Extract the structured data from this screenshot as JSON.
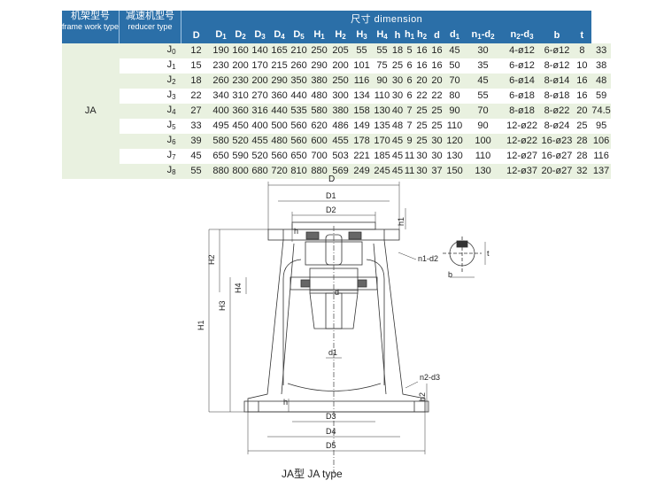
{
  "header": {
    "frame_cn": "机架型号",
    "frame_en": "frame work type",
    "reducer_cn": "减速机型号",
    "reducer_en": "reducer type",
    "dimension_label": "尺寸    dimension"
  },
  "columns": [
    {
      "base": "D",
      "sub": ""
    },
    {
      "base": "D",
      "sub": "1"
    },
    {
      "base": "D",
      "sub": "2"
    },
    {
      "base": "D",
      "sub": "3"
    },
    {
      "base": "D",
      "sub": "4"
    },
    {
      "base": "D",
      "sub": "5"
    },
    {
      "base": "H",
      "sub": "1"
    },
    {
      "base": "H",
      "sub": "2"
    },
    {
      "base": "H",
      "sub": "3"
    },
    {
      "base": "H",
      "sub": "4"
    },
    {
      "base": "h",
      "sub": ""
    },
    {
      "base": "h",
      "sub": "1"
    },
    {
      "base": "h",
      "sub": "2"
    },
    {
      "base": "d",
      "sub": ""
    },
    {
      "base": "d",
      "sub": "1"
    },
    {
      "base": "n",
      "sub": "1",
      "tail": "-d",
      "tail_sub": "2"
    },
    {
      "base": "n",
      "sub": "2",
      "tail": "-d",
      "tail_sub": "3"
    },
    {
      "base": "b",
      "sub": ""
    },
    {
      "base": "t",
      "sub": ""
    }
  ],
  "frame_type": "JA",
  "rows": [
    {
      "type": "J",
      "type_sub": "0",
      "reducer": "12",
      "values": [
        "190",
        "160",
        "140",
        "165",
        "210",
        "250",
        "205",
        "55",
        "55",
        "18",
        "5",
        "16",
        "16",
        "45",
        "30",
        "4-ø12",
        "6-ø12",
        "8",
        "33"
      ]
    },
    {
      "type": "J",
      "type_sub": "1",
      "reducer": "15",
      "values": [
        "230",
        "200",
        "170",
        "215",
        "260",
        "290",
        "200",
        "101",
        "75",
        "25",
        "6",
        "16",
        "16",
        "50",
        "35",
        "6-ø12",
        "8-ø12",
        "10",
        "38"
      ]
    },
    {
      "type": "J",
      "type_sub": "2",
      "reducer": "18",
      "values": [
        "260",
        "230",
        "200",
        "290",
        "350",
        "380",
        "250",
        "116",
        "90",
        "30",
        "6",
        "20",
        "20",
        "70",
        "45",
        "6-ø14",
        "8-ø14",
        "16",
        "48"
      ]
    },
    {
      "type": "J",
      "type_sub": "3",
      "reducer": "22",
      "values": [
        "340",
        "310",
        "270",
        "360",
        "440",
        "480",
        "300",
        "134",
        "110",
        "30",
        "6",
        "22",
        "22",
        "80",
        "55",
        "6-ø18",
        "8-ø18",
        "16",
        "59"
      ]
    },
    {
      "type": "J",
      "type_sub": "4",
      "reducer": "27",
      "values": [
        "400",
        "360",
        "316",
        "440",
        "535",
        "580",
        "380",
        "158",
        "130",
        "40",
        "7",
        "25",
        "25",
        "90",
        "70",
        "8-ø18",
        "8-ø22",
        "20",
        "74.5"
      ]
    },
    {
      "type": "J",
      "type_sub": "5",
      "reducer": "33",
      "values": [
        "495",
        "450",
        "400",
        "500",
        "560",
        "620",
        "486",
        "149",
        "135",
        "48",
        "7",
        "25",
        "25",
        "110",
        "90",
        "12-ø22",
        "8-ø24",
        "25",
        "95"
      ]
    },
    {
      "type": "J",
      "type_sub": "6",
      "reducer": "39",
      "values": [
        "580",
        "520",
        "455",
        "480",
        "560",
        "600",
        "455",
        "178",
        "170",
        "45",
        "9",
        "25",
        "30",
        "120",
        "100",
        "12-ø22",
        "16-ø23",
        "28",
        "106"
      ]
    },
    {
      "type": "J",
      "type_sub": "7",
      "reducer": "45",
      "values": [
        "650",
        "590",
        "520",
        "560",
        "650",
        "700",
        "503",
        "221",
        "185",
        "45",
        "11",
        "30",
        "30",
        "130",
        "110",
        "12-ø27",
        "16-ø27",
        "28",
        "116"
      ]
    },
    {
      "type": "J",
      "type_sub": "8",
      "reducer": "55",
      "values": [
        "880",
        "800",
        "680",
        "720",
        "810",
        "880",
        "569",
        "249",
        "245",
        "45",
        "11",
        "30",
        "37",
        "150",
        "130",
        "12-ø37",
        "20-ø27",
        "32",
        "137"
      ]
    }
  ],
  "drawing": {
    "labels": {
      "D": "D",
      "D1": "D1",
      "D2": "D2",
      "D3": "D3",
      "D4": "D4",
      "D5": "D5",
      "H1": "H1",
      "H2": "H2",
      "H3": "H3",
      "H4": "H4",
      "h": "h",
      "h1": "h1",
      "h2": "h2",
      "d": "d",
      "d1": "d1",
      "n1d2": "n1-d2",
      "n2d3": "n2-d3",
      "b": "b",
      "t": "t"
    },
    "caption": "JA型   JA type"
  }
}
